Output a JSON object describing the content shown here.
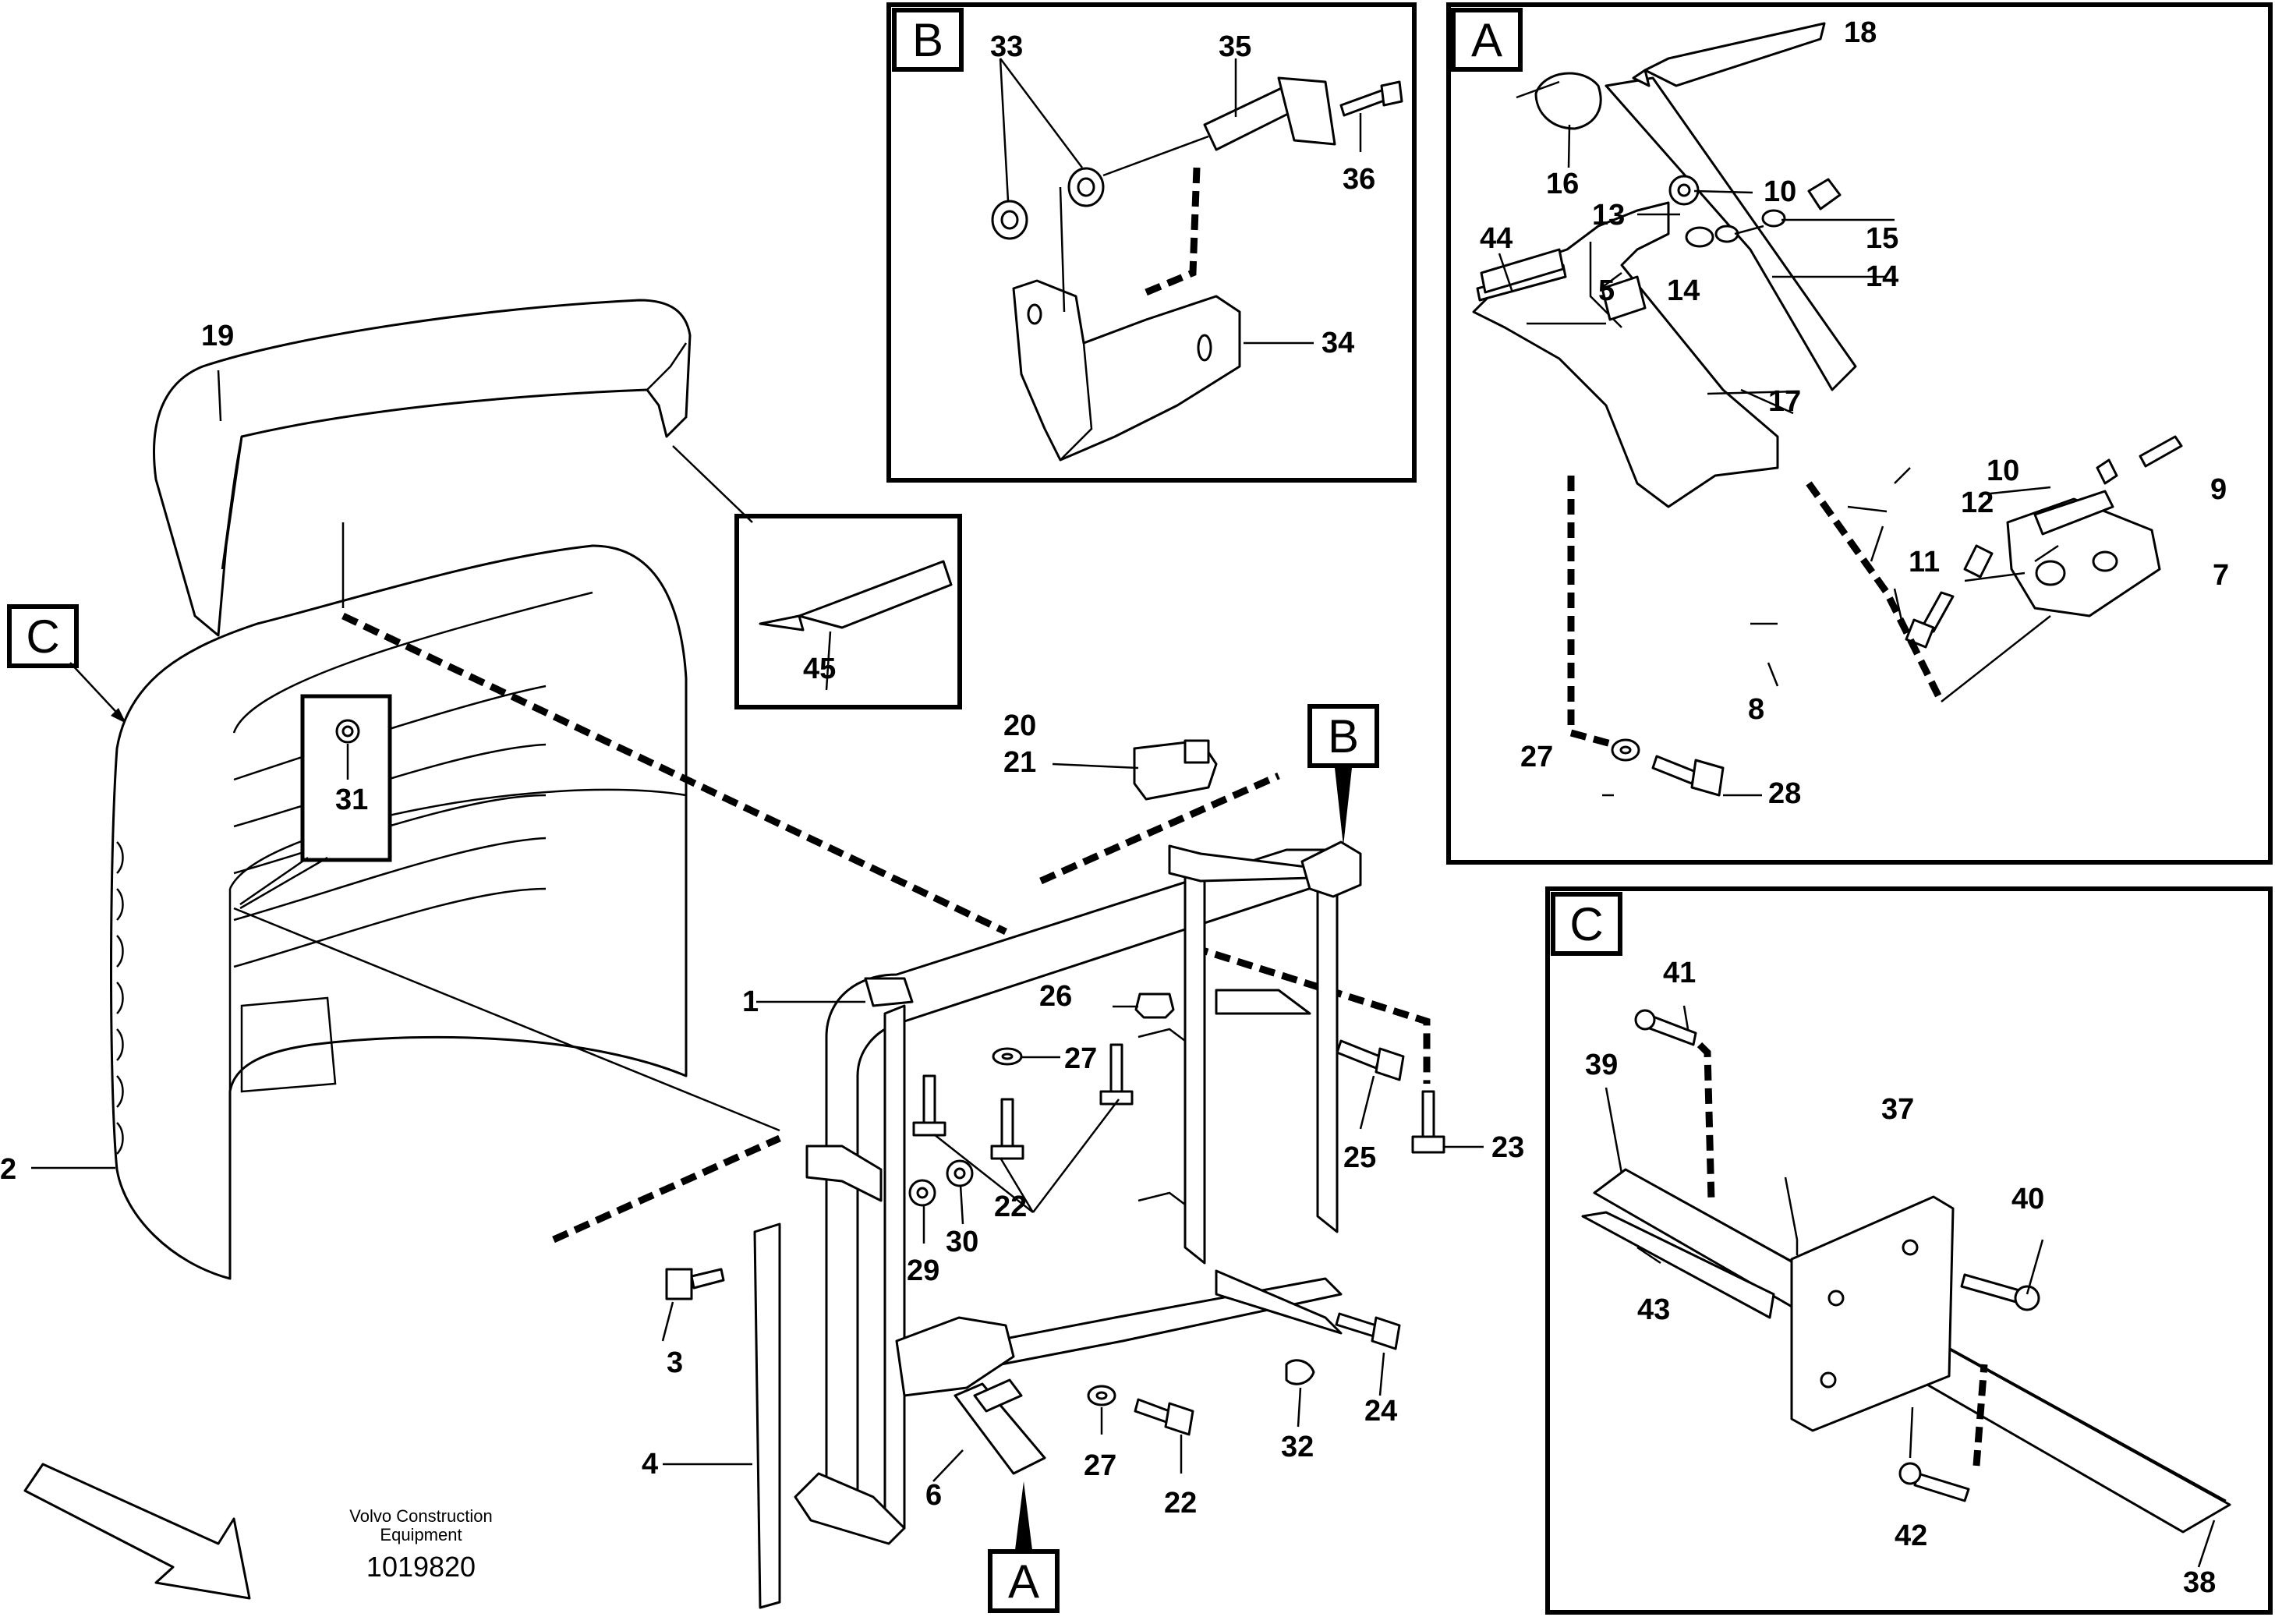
{
  "caption": {
    "brand_line1": "Volvo Construction",
    "brand_line2": "Equipment",
    "drawing_number": "1019820"
  },
  "detail_tags": {
    "A": "A",
    "B": "B",
    "C": "C"
  },
  "callouts": {
    "c1": "1",
    "c2": "2",
    "c3": "3",
    "c4": "4",
    "c5": "5",
    "c6": "6",
    "c7": "7",
    "c8": "8",
    "c9": "9",
    "c10a": "10",
    "c10b": "10",
    "c11": "11",
    "c12": "12",
    "c13": "13",
    "c14a": "14",
    "c14b": "14",
    "c15": "15",
    "c16": "16",
    "c17": "17",
    "c18": "18",
    "c19": "19",
    "c20": "20",
    "c21": "21",
    "c22a": "22",
    "c22b": "22",
    "c23": "23",
    "c24": "24",
    "c25": "25",
    "c26": "26",
    "c27a": "27",
    "c27b": "27",
    "c27c": "27",
    "c28": "28",
    "c29": "29",
    "c30": "30",
    "c31": "31",
    "c32": "32",
    "c33": "33",
    "c34": "34",
    "c35": "35",
    "c36": "36",
    "c37": "37",
    "c38": "38",
    "c39": "39",
    "c40": "40",
    "c41": "41",
    "c42": "42",
    "c43": "43",
    "c44": "44",
    "c45": "45"
  }
}
